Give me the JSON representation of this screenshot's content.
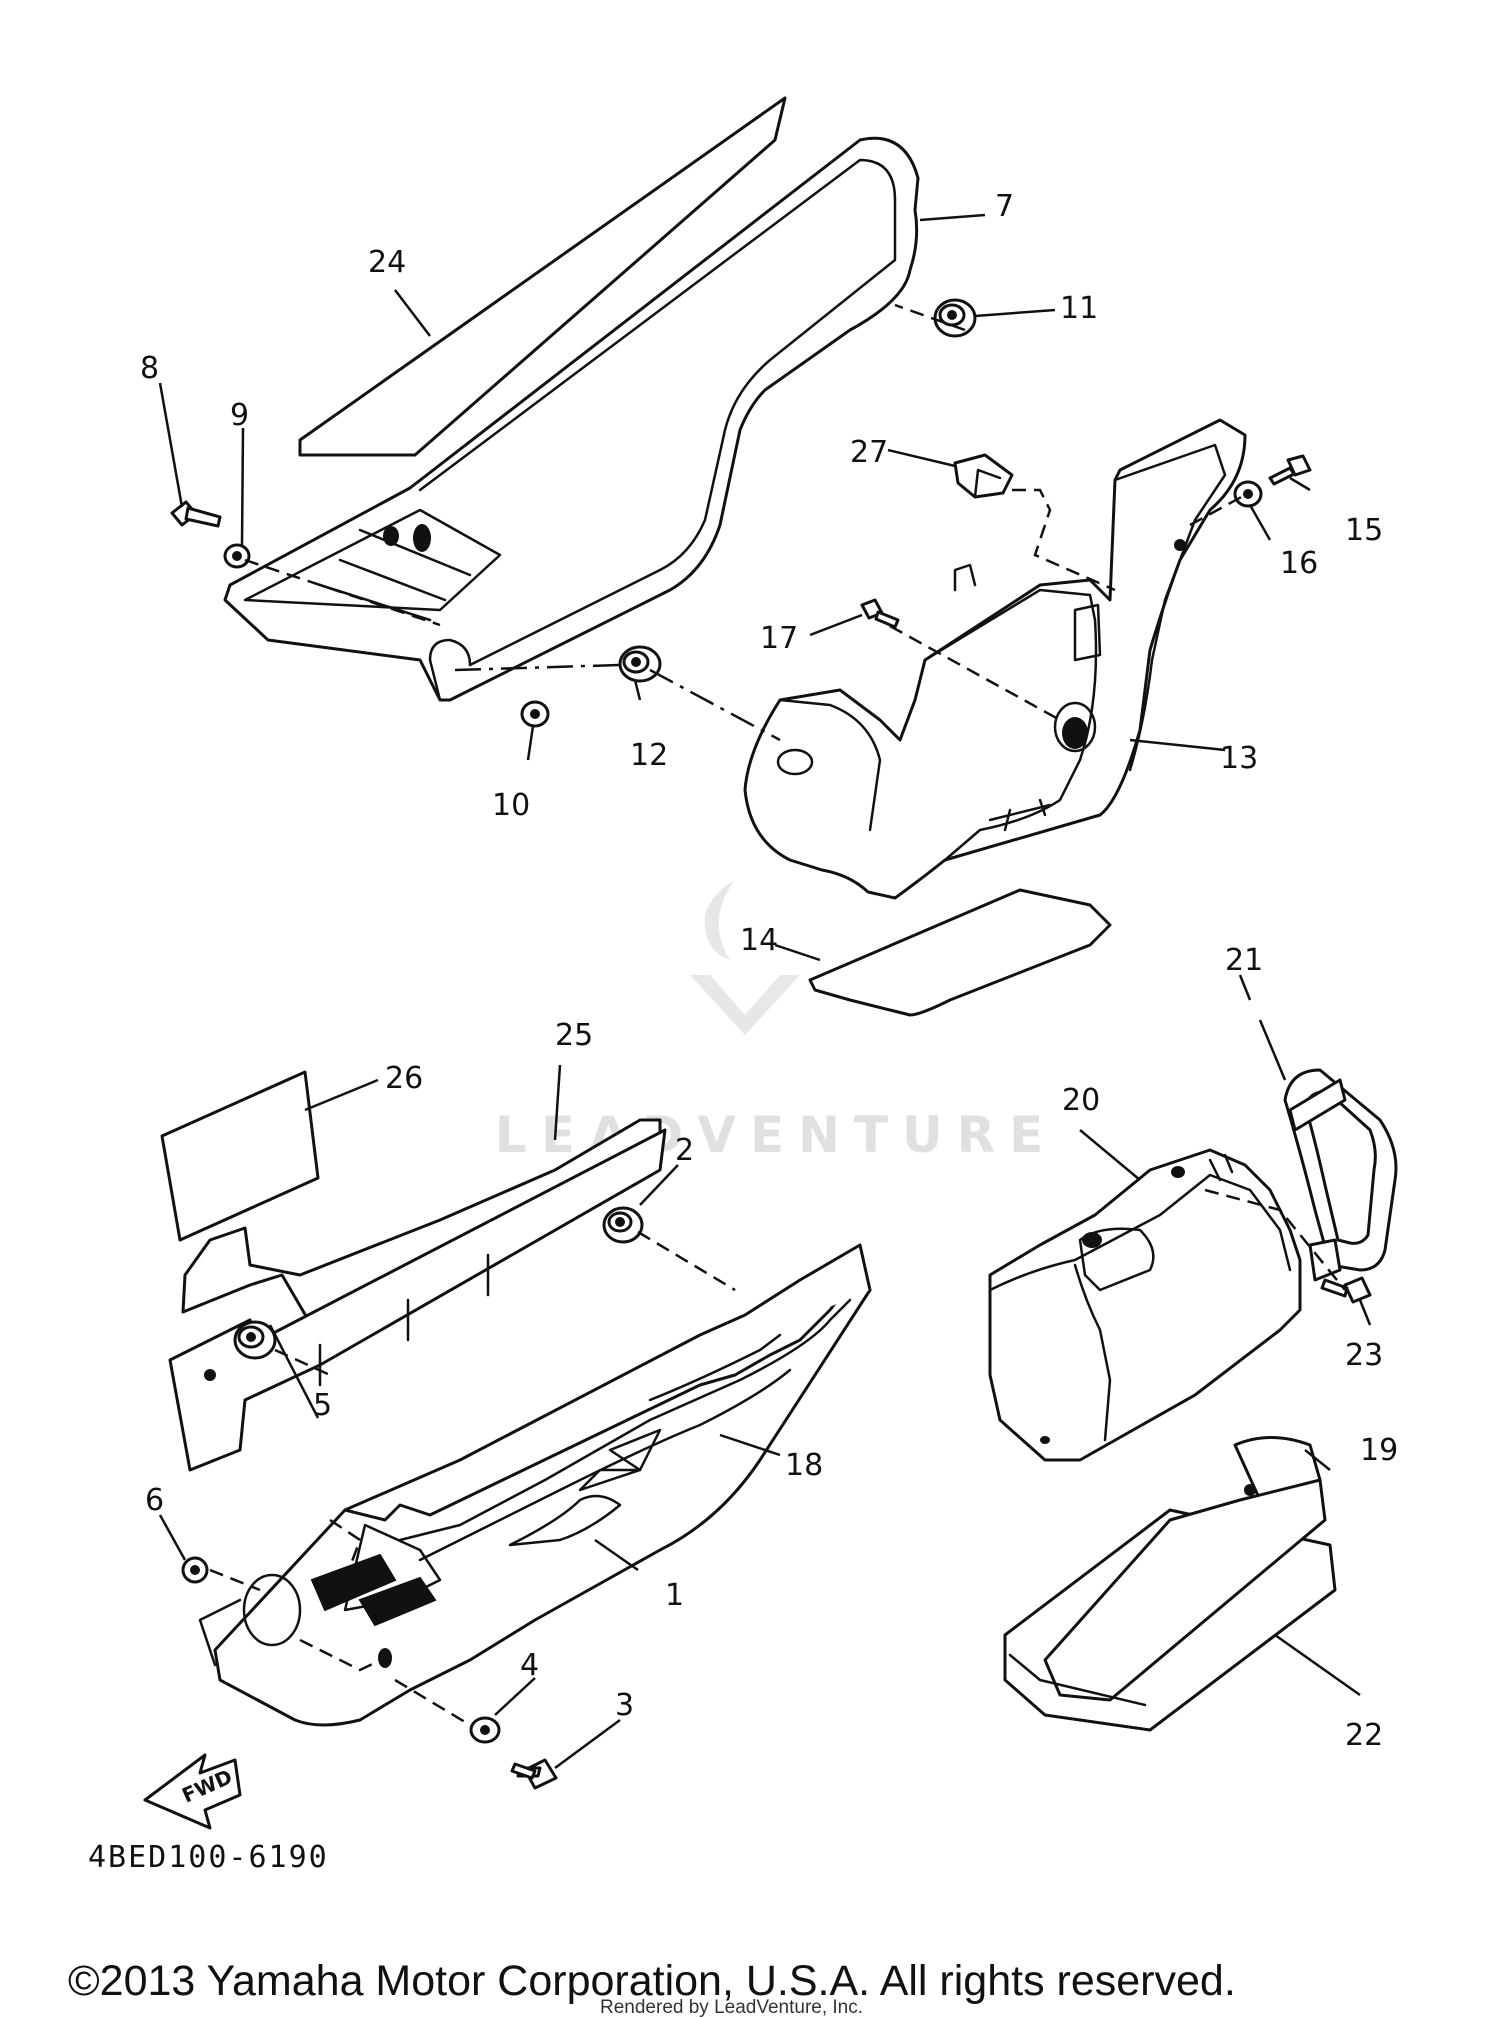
{
  "diagram": {
    "code": "4BED100-6190",
    "fwd_arrow_label": "FWD",
    "watermark_text": "LEADVENTURE",
    "copyright": "©2013 Yamaha Motor Corporation, U.S.A. All rights reserved.",
    "rendered_by": "Rendered by LeadVenture, Inc.",
    "callouts": [
      "1",
      "2",
      "3",
      "4",
      "5",
      "6",
      "7",
      "8",
      "9",
      "10",
      "11",
      "12",
      "13",
      "14",
      "15",
      "16",
      "17",
      "18",
      "19",
      "20",
      "21",
      "22",
      "23",
      "24",
      "25",
      "26",
      "27"
    ]
  }
}
